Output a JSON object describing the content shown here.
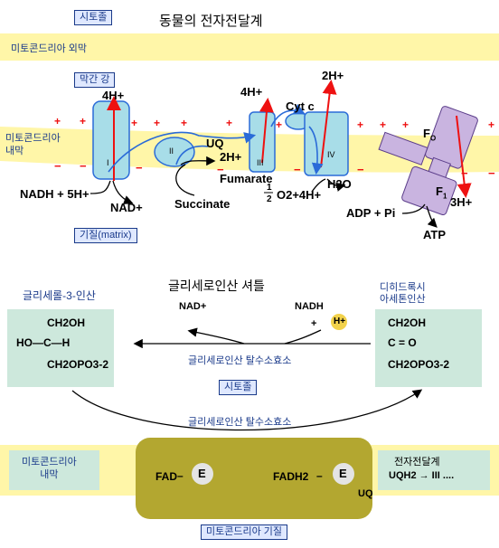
{
  "top": {
    "cytosol_label": "시토졸",
    "title": "동물의 전자전달계",
    "outer_membrane_label": "미토콘드리아 외막",
    "intermembrane_label": "막간 강",
    "inner_membrane_label": "미토콘드리아\n내막",
    "matrix_label": "기질(matrix)",
    "complex_I": "I",
    "complex_II": "II",
    "complex_III": "III",
    "complex_IV": "IV",
    "F0": "F",
    "F0_sub": "O",
    "F1": "F",
    "F1_sub": "1",
    "uq": "UQ",
    "cyt_c": "Cyt c",
    "h4_a": "4H+",
    "h4_b": "4H+",
    "h2_top": "2H+",
    "h2_mid": "2H+",
    "h3": "3H+",
    "fumarate": "Fumarate",
    "succinate": "Succinate",
    "nadh": "NADH + 5H+",
    "nad": "NAD+",
    "oxygen": "O2+4H+",
    "water": "H2O",
    "adp": "ADP + Pi",
    "atp": "ATP"
  },
  "bottom": {
    "title": "글리세로인산 셔틀",
    "left_name": "글리세롤-3-인산",
    "right_name": "디히드록시\n아세톤인산",
    "nad": "NAD+",
    "nadh": "NADH",
    "h_plus": "H+",
    "enzyme_top": "글리세로인산 탈수소효소",
    "cytosol": "시토졸",
    "enzyme_bottom": "글리세로인산 탈수소효소",
    "inner_membrane": "미토콘드리아\n내막",
    "fad": "FAD",
    "fadh2": "FADH2",
    "enzyme_e": "E",
    "uq": "UQ",
    "chain_label": "전자전달계",
    "chain": "UQH2 → III ....",
    "matrix": "미토콘드리아 기질",
    "left_formula": [
      "CH2OH",
      "HO—C—H",
      "CH2OPO3-2"
    ],
    "right_formula": [
      "CH2OH",
      "C = O",
      "CH2OPO3-2"
    ]
  }
}
